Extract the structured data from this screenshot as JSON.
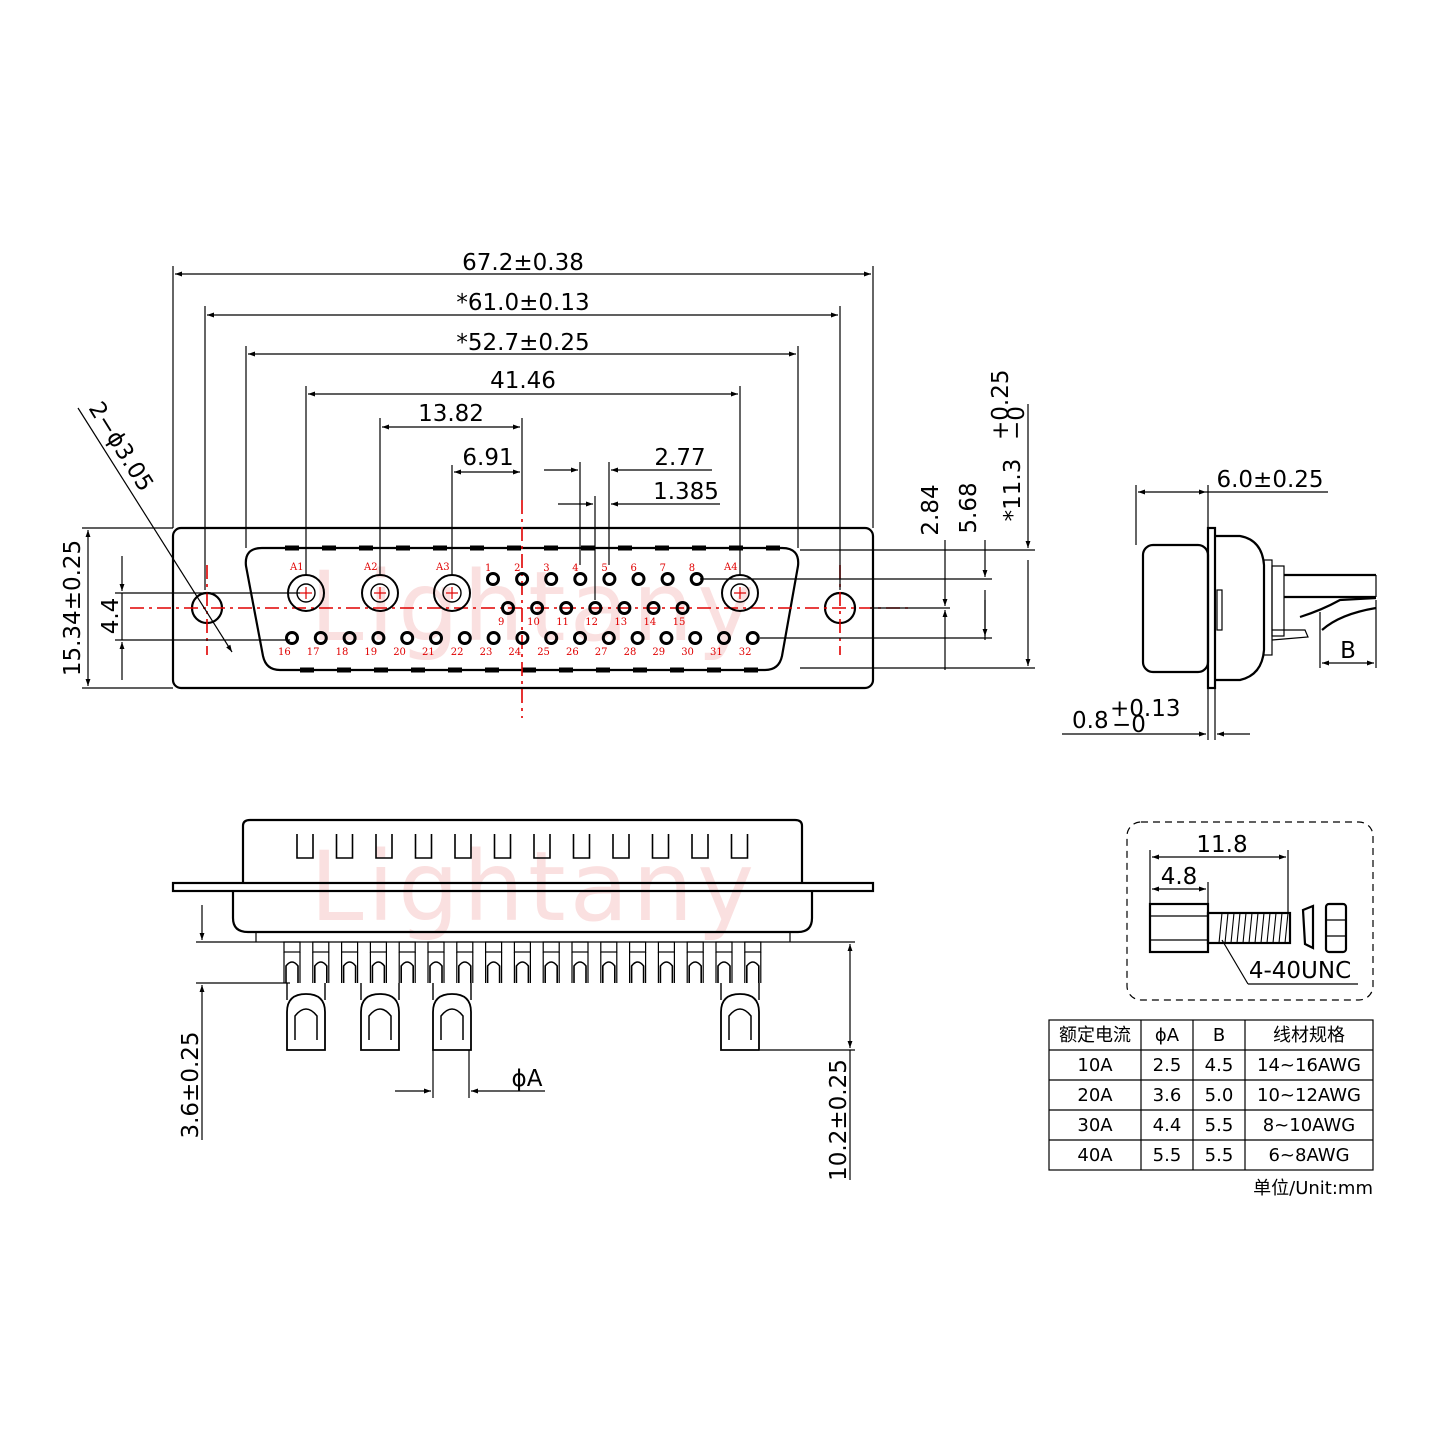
{
  "watermark": "Lightany",
  "front_view": {
    "dimensions": {
      "overall_width": "67.2±0.38",
      "mount_hole_spacing": "*61.0±0.13",
      "shell_width": "*52.7±0.25",
      "outer_power_spacing": "41.46",
      "power_spacing_a": "13.82",
      "power_spacing_b": "6.91",
      "pin_pitch": "2.77",
      "half_pitch": "1.385",
      "row_offset_a": "2.84",
      "row_offset_b": "5.68",
      "shell_height": "*11.3",
      "shell_height_tol_upper": "+0.25",
      "shell_height_tol_lower": "−0",
      "flange_height": "15.34±0.25",
      "hole_row_spacing": "4.4",
      "mount_holes": "2−ϕ3.05"
    },
    "power_labels": [
      "A1",
      "A2",
      "A3",
      "A4"
    ],
    "row1_labels": [
      "1",
      "2",
      "3",
      "4",
      "5",
      "6",
      "7",
      "8"
    ],
    "row2_labels": [
      "9",
      "10",
      "11",
      "12",
      "13",
      "14",
      "15"
    ],
    "row3_labels": [
      "16",
      "17",
      "18",
      "19",
      "20",
      "21",
      "22",
      "23",
      "24",
      "25",
      "26",
      "27",
      "28",
      "29",
      "30",
      "31",
      "32"
    ]
  },
  "side_view": {
    "depth": "6.0±0.25",
    "flange_thickness": "0.8",
    "flange_tol_upper": "+0.13",
    "flange_tol_lower": "−0",
    "b_label": "B"
  },
  "bottom_view": {
    "standoff": "3.6±0.25",
    "contact_length": "10.2±0.25",
    "diameter_label": "ϕA"
  },
  "screw_detail": {
    "length": "11.8",
    "head_length": "4.8",
    "thread": "4-40UNC"
  },
  "spec_table": {
    "headers": [
      "额定电流",
      "ϕA",
      "B",
      "线材规格"
    ],
    "rows": [
      [
        "10A",
        "2.5",
        "4.5",
        "14~16AWG"
      ],
      [
        "20A",
        "3.6",
        "5.0",
        "10~12AWG"
      ],
      [
        "30A",
        "4.4",
        "5.5",
        "8~10AWG"
      ],
      [
        "40A",
        "5.5",
        "5.5",
        "6~8AWG"
      ]
    ],
    "unit": "单位/Unit:mm"
  }
}
